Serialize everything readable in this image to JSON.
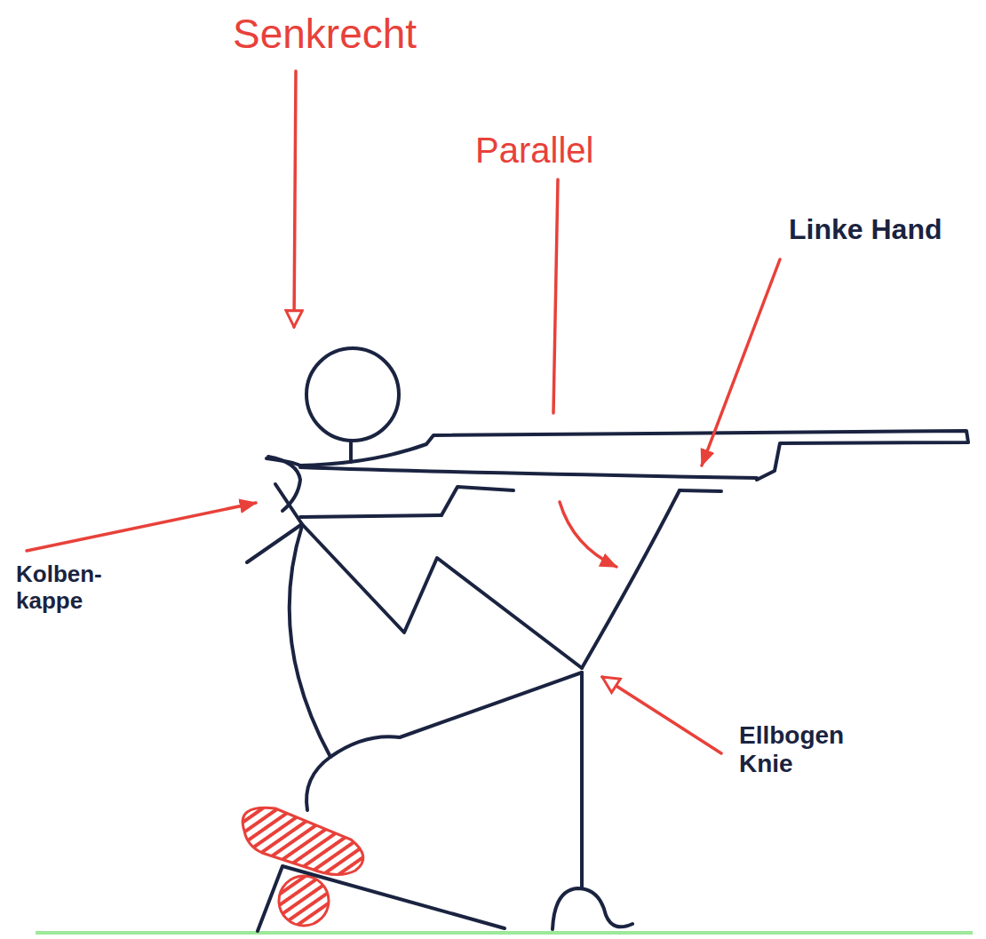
{
  "diagram": {
    "labels": [
      "Senkrecht",
      "Parallel",
      "Linke Hand",
      "Kolben- kappe",
      "Ellbogen Knie"
    ]
  }
}
